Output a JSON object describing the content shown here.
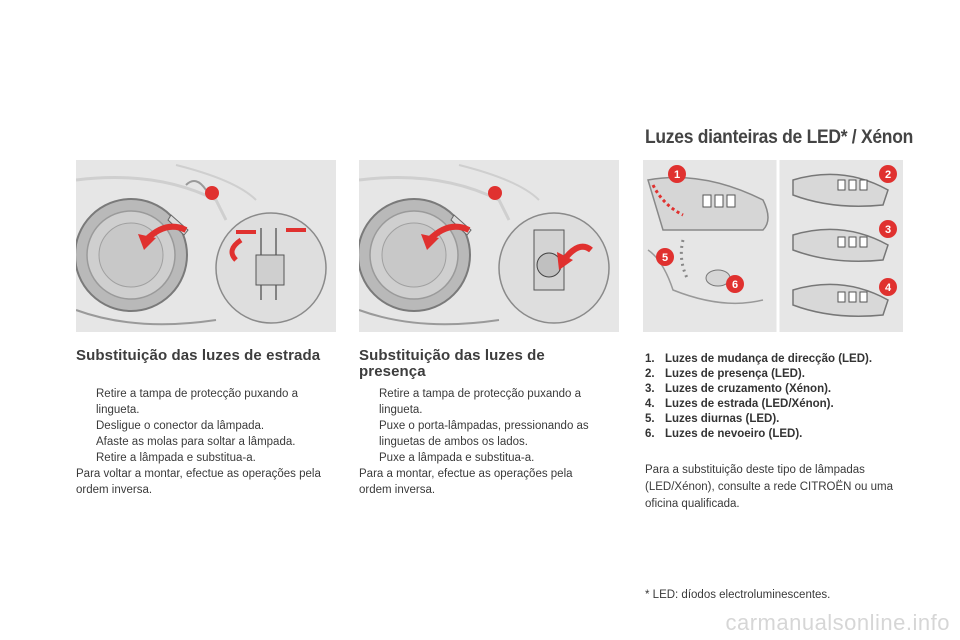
{
  "section_main_title": "Luzes dianteiras de LED* / Xénon",
  "col1": {
    "title": "Substituição das luzes de estrada",
    "steps": [
      "Retire a tampa de protecção puxando a lingueta.",
      "Desligue o conector da lâmpada.",
      "Afaste as molas para soltar a lâmpada.",
      "Retire a lâmpada e substitua-a."
    ],
    "note": "Para voltar a montar, efectue as operações pela ordem inversa."
  },
  "col2": {
    "title": "Substituição das luzes de presença",
    "steps": [
      "Retire a tampa de protecção puxando a lingueta.",
      "Puxe o porta-lâmpadas, pressionando as linguetas de ambos os lados.",
      "Puxe a lâmpada e substitua-a."
    ],
    "note": "Para a montar, efectue as operações pela ordem inversa."
  },
  "col3": {
    "items": [
      {
        "num": "1.",
        "label": "Luzes de mudança de direcção (LED)."
      },
      {
        "num": "2.",
        "label": "Luzes de presença (LED)."
      },
      {
        "num": "3.",
        "label": "Luzes de cruzamento (Xénon)."
      },
      {
        "num": "4.",
        "label": "Luzes de estrada (LED/Xénon)."
      },
      {
        "num": "5.",
        "label": "Luzes diurnas (LED)."
      },
      {
        "num": "6.",
        "label": "Luzes de nevoeiro (LED)."
      }
    ],
    "note": "Para a substituição deste tipo de lâmpadas (LED/Xénon), consulte a rede CITROËN ou uma oficina qualificada.",
    "footnote": "* LED: díodos electroluminescentes.",
    "badges": [
      "1",
      "2",
      "3",
      "4",
      "5",
      "6"
    ]
  },
  "bullet_glyph": "",
  "watermark": "carmanualsonline.info",
  "colors": {
    "badge_red": "#e0312f",
    "arrow_red": "#e0312f",
    "figure_bg": "#e6e6e6"
  }
}
